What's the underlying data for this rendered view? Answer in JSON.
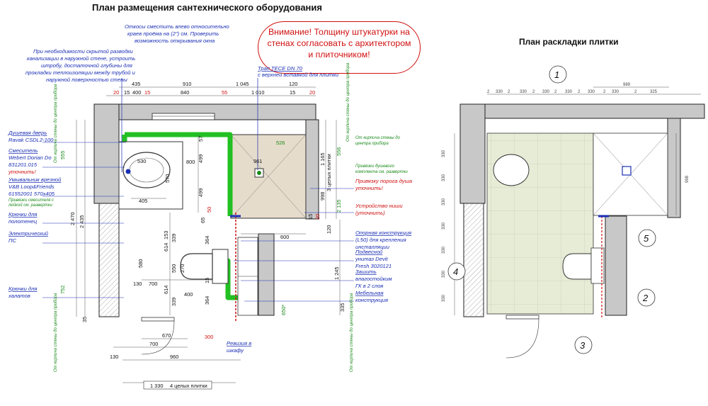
{
  "titles": {
    "left": "План размещения сантехнического оборудования",
    "right": "План раскладки плитки"
  },
  "warning": "Внимание! Толщину штукатурки на стенах согласовать с архитектором и плиточником!",
  "notes_top": {
    "window_slopes": [
      "Откосы сместить влево относительно",
      "краев проёма на (2\") см. Проверить",
      "возможность открывания окна"
    ],
    "hidden_sewer": [
      "При необходимости скрытой разводки",
      "канализации в наружной стене, устроить",
      "штробу, достаточной глубины для",
      "прокладки теплоизоляции между трубой и",
      "наружной поверхностью стены"
    ],
    "drain": [
      "Трап TECE DN 70",
      "с верхней вставкой для плитки"
    ]
  },
  "notes_left": {
    "shower_door": [
      "Душевая дверь",
      "Ravak CSDL2-100"
    ],
    "mixer": [
      "Смеситель",
      "Webert Dorian Do",
      "831201.015",
      "уточнить!"
    ],
    "basin": [
      "Умывальник врезной",
      "V&B Loop&Friends",
      "61552001  570x405"
    ],
    "mixer_binding": [
      "Привязки смесителя с",
      "лейкой см. развертки"
    ],
    "towel_hooks": [
      "Крючки для",
      "полотенец"
    ],
    "electric": [
      "Электрический",
      "ПС"
    ],
    "robe_hooks": [
      "Крючки для",
      "халатов"
    ]
  },
  "notes_right": {
    "from_brick_1": [
      "От кирпича стены до",
      "центра прибора"
    ],
    "shower_kit": [
      "Привязки душевого",
      "комплекта см. развертки"
    ],
    "threshold": [
      "Привязку порога душа",
      "уточнить!"
    ],
    "niche": [
      "Устройство ниши",
      "(уточнить)"
    ],
    "support": [
      "Опорная конструкция",
      "(L50) для крепления",
      "инсталляции"
    ],
    "wc": [
      "Подвесной",
      "унитаз Devit",
      "Fresh 3020121"
    ],
    "sheathing": [
      "Зашить",
      "влагостойким",
      "ГК в 2 слоя"
    ],
    "furniture": [
      "Мебельная",
      "конструкция"
    ],
    "revision": [
      "Ревизия в",
      "шкафу"
    ],
    "from_brick_side": "От кирпича стены до центра прибора"
  },
  "dimensions": {
    "top_row1": [
      "435",
      "910",
      "1 045"
    ],
    "top_row2": [
      "20",
      "15",
      "400",
      "15",
      "840",
      "55",
      "1 010",
      "15",
      "20"
    ],
    "top_row2_small": "120",
    "shower_w": "526",
    "drain_dim": "961",
    "basin_w": "530",
    "basin_h": "570",
    "basin_d": "405",
    "center_800": "800",
    "v_499a": "499",
    "v_499b": "499",
    "v_57": "57",
    "right_1165": "1 165",
    "right_998": "998",
    "right_tiles": "3 целых плитки",
    "right_556": "556",
    "right_2125": "2 135",
    "right_120a": "120",
    "right_20a": "20",
    "right_15a": "15",
    "right_1245": "1 245",
    "right_335": "335",
    "right_650": "650*",
    "left_2470": "2 470",
    "left_2435": "2 435",
    "left_555": "555",
    "left_752": "752",
    "left_35": "35",
    "mid_153": "153",
    "mid_614a": "614",
    "mid_614b": "614",
    "mid_339a": "339",
    "mid_339b": "339",
    "mid_550": "550",
    "mid_270": "270",
    "mid_364a": "364",
    "mid_364b": "364",
    "mid_15": "15",
    "mid_65": "65",
    "mid_50": "50",
    "mid_600": "600",
    "mid_400": "400",
    "mid_130": "130",
    "mid_700": "700",
    "mid_580": "580",
    "bottom_670": "670",
    "bottom_700": "700",
    "bottom_960": "960",
    "bottom_130": "130",
    "bottom_300": "300",
    "bottom_total": "1 330",
    "bottom_tiles": "4 целых плитки"
  },
  "tile_plan": {
    "top_dims": [
      "2",
      "330",
      "2",
      "330",
      "2",
      "330",
      "2",
      "330",
      "2",
      "330",
      "2",
      "330",
      "2",
      "325"
    ],
    "top_989": "989",
    "right_998": "998",
    "side_330": "330",
    "side_2": "2",
    "labels": [
      "1",
      "2",
      "3",
      "4",
      "5"
    ]
  },
  "colors": {
    "wall": "#c8c8c8",
    "shower_floor": "#e6dccb",
    "tile_floor": "#e7ecd6",
    "pipe_green": "#22c022",
    "accent_red": "#d01010",
    "note_blue": "#1b2fb5"
  }
}
